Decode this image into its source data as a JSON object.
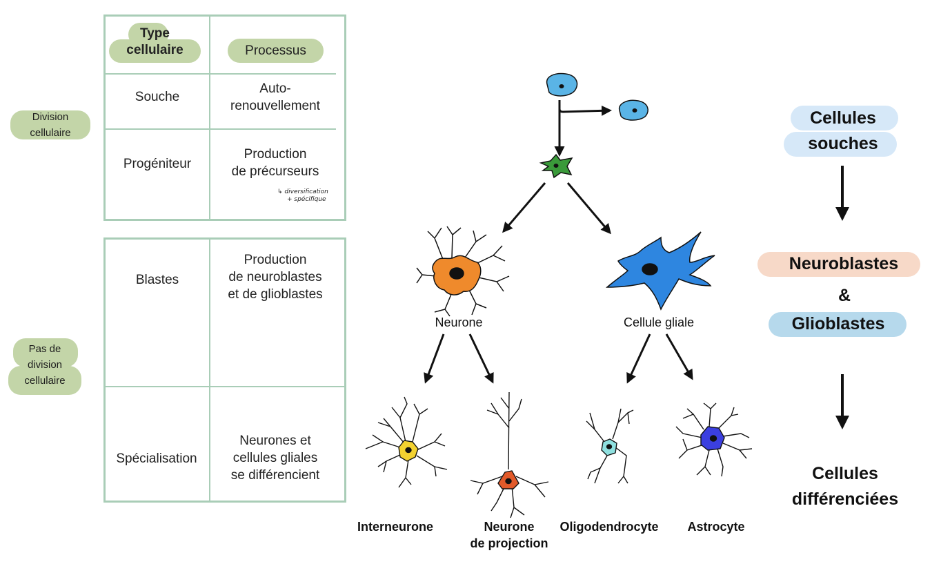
{
  "left_labels": {
    "division": [
      "Division",
      "cellulaire"
    ],
    "no_division": [
      "Pas de",
      "division",
      "cellulaire"
    ]
  },
  "table": {
    "header": {
      "type": [
        "Type",
        "cellulaire"
      ],
      "process": "Processus"
    },
    "rows_top": [
      {
        "type": "Souche",
        "process": [
          "Auto-",
          "renouvellement"
        ]
      },
      {
        "type": "Progéniteur",
        "process": [
          "Production",
          "de précurseurs"
        ],
        "note": [
          "↳ diversification",
          "+ spécifique"
        ]
      }
    ],
    "rows_bottom": [
      {
        "type": "Blastes",
        "process": [
          "Production",
          "de neuroblastes",
          "et de glioblastes"
        ]
      },
      {
        "type": "Spécialisation",
        "process": [
          "Neurones et",
          "cellules gliales",
          "se différencient"
        ]
      }
    ]
  },
  "tree": {
    "neurone": "Neurone",
    "glial": "Cellule gliale",
    "leaves": [
      "Interneurone",
      [
        "Neurone",
        "de projection"
      ],
      "Oligodendrocyte",
      "Astrocyte"
    ]
  },
  "stages": {
    "stem": [
      "Cellules",
      "souches"
    ],
    "neuroblasts": "Neuroblastes",
    "and": "&",
    "glioblasts": "Glioblastes",
    "differentiated": [
      "Cellules",
      "différenciées"
    ]
  },
  "colors": {
    "stem_cell": "#5ab4e6",
    "progenitor": "#3a9a3a",
    "neurone": "#ef8a2c",
    "glial": "#2e86e0",
    "interneurone": "#f3d230",
    "projection": "#e25a2a",
    "oligodendrocyte": "#8fe0df",
    "astrocyte": "#3b3fe0",
    "stem_pill": "#d6e8f8",
    "neuro_pill": "#f7d9c8",
    "glio_pill": "#b6d9ec",
    "green_pill": "#c3d5a8",
    "table_border": "#a9cdb7"
  }
}
